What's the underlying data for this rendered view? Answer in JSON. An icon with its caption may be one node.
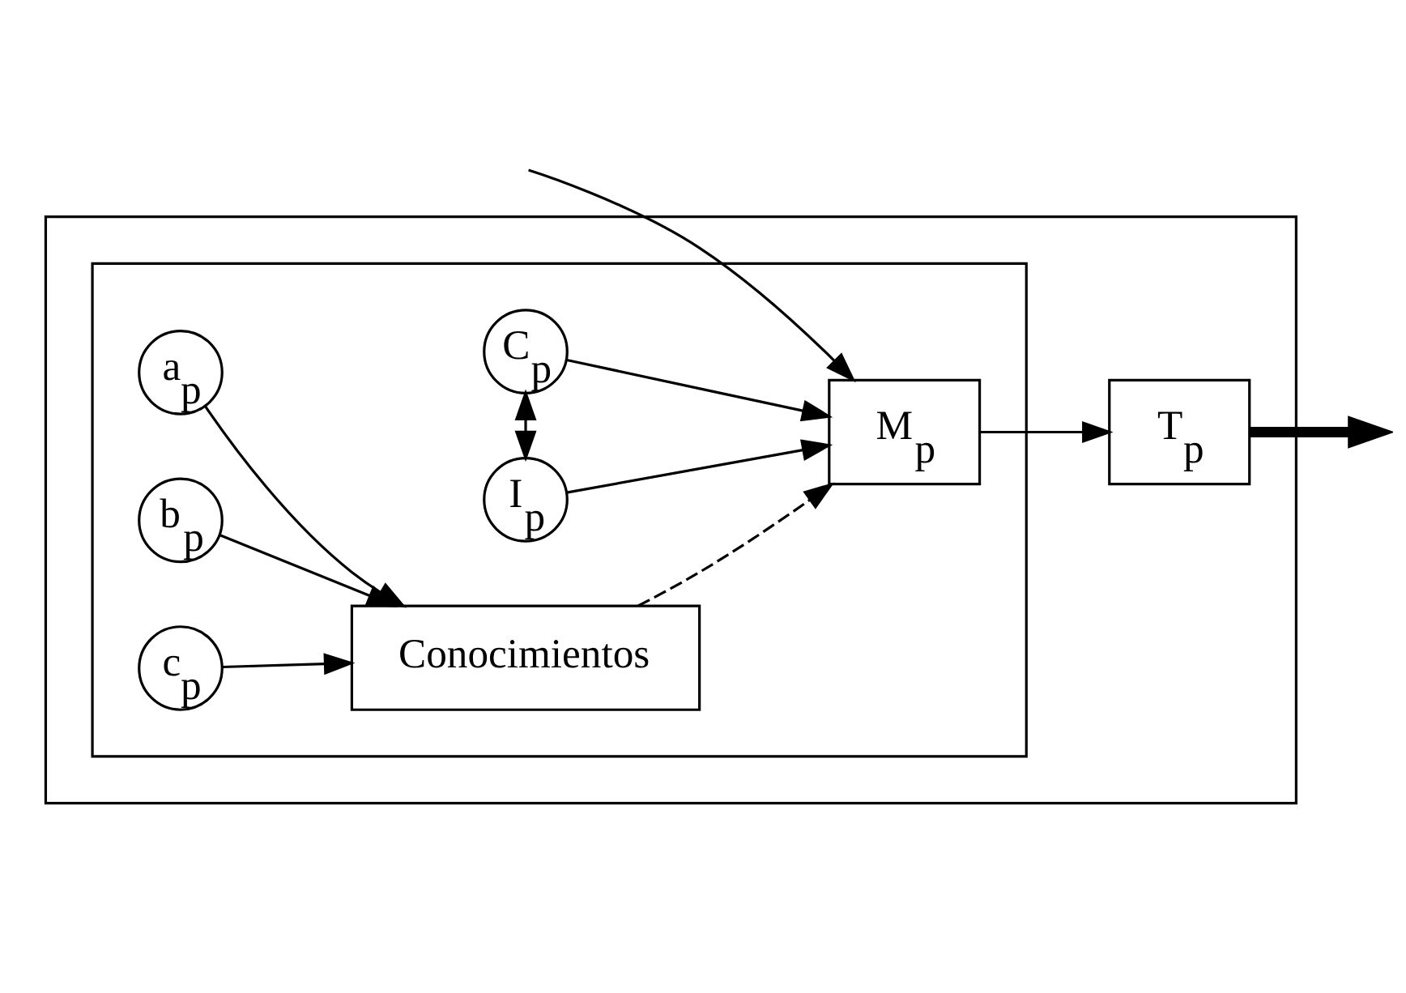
{
  "diagram": {
    "nodes": [
      {
        "text": [],
        "shape": "box"
      },
      {
        "text": [],
        "shape": "box",
        "in": 0
      },
      {
        "text": [
          "C$_{p}$"
        ],
        "in": 1
      },
      {
        "text": [
          "I$_{p}$"
        ],
        "in": 1
      },
      {
        "text": [
          "M$_{p}$"
        ],
        "in": 1
      },
      {
        "text": [
          "Conocimientos"
        ],
        "in": 1
      },
      {
        "text": [
          "a$_{p}$"
        ],
        "in": 1
      },
      {
        "text": [
          "b$_{p}$"
        ],
        "in": 1
      },
      {
        "text": [
          "c$_{p}$"
        ],
        "in": 1
      },
      {
        "text": [
          "T$_{p}$"
        ],
        "in": 0
      }
    ],
    "edges": [
      {
        "from": null,
        "to": 4,
        "arrow": "to"
      },
      {
        "from": 2,
        "to": 4,
        "arrow": "to"
      },
      {
        "from": 3,
        "to": 4,
        "arrow": "to"
      },
      {
        "from": 2,
        "to": 3,
        "arrow": "both"
      },
      {
        "from": 4,
        "to": 9,
        "arrow": "to"
      },
      {
        "from": 9,
        "to": null,
        "arrow": "to",
        "style": "thick"
      },
      {
        "from": 5,
        "to": 4,
        "arrow": "to",
        "style": "dashed"
      },
      {
        "from": 6,
        "to": 5,
        "arrow": "to"
      },
      {
        "from": 7,
        "to": 5,
        "arrow": "to"
      },
      {
        "from": 8,
        "to": 5,
        "arrow": "to"
      }
    ]
  }
}
